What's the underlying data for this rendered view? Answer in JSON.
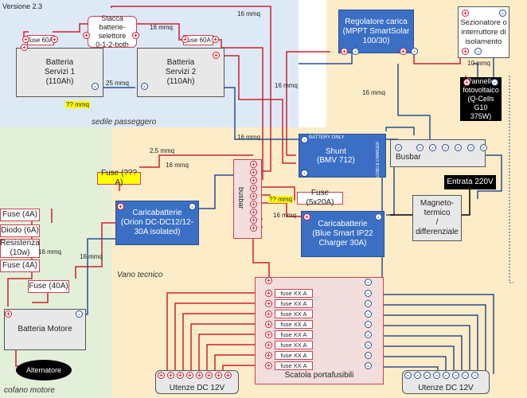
{
  "version": "Versione 2.3",
  "zones": {
    "seat": "sedile passeggero",
    "engine": "cofano motore",
    "tech": "Vano tecnico"
  },
  "components": {
    "battery1": "Batteria\nServizi 1\n(110Ah)",
    "battery2": "Batteria\nServizi 2\n(110Ah)",
    "selector": "Stacca batterie-\nselettore\n0-1-2-both",
    "fuse1": "fuse 60A",
    "fuse2": "fuse 60A",
    "mppt": "Regolatore carica\n(MPPT SmartSolar\n100/30)",
    "isolator": "Sezionatore o\ninterruttore di\nisolamento",
    "panel": "Pannello\nfotovoltaico\n(Q-Cells G10\n375W)",
    "shunt_top": "BATTERY ONLY",
    "shunt": "Shunt\n(BMV 712)",
    "shunt_side": "LOAD & CHARGER",
    "busbar_right": "Busbar",
    "busbar_left": "busbar",
    "dcdc": "Caricabatterie\n(Orion DC-DC12/12-\n30A isolated)",
    "charger": "Caricabatterie\n(Blue Smart IP22\nCharger 30A)",
    "ac_in": "Entrata 220V",
    "rcd": "Magneto-\ntermico\n/\ndifferenziale",
    "fuse_unknown": "Fuse (???A)",
    "fuse_5x20": "Fuse (5x20A)",
    "fuse4a_1": "Fuse (4A)",
    "diode": "Diodo (6A)",
    "resistor": "Resistenza\n(10w)",
    "fuse4a_2": "Fuse (4A)",
    "fuse40": "Fuse (40A)",
    "engine_batt": "Batteria Motore",
    "alternator": "Alternatore",
    "fusebox": "Scatola portafusibili",
    "fuse_xx": "fuse XX A",
    "loads_pos": "Utenze DC 12V",
    "loads_neg": "Utenze DC 12V"
  },
  "wire_labels": {
    "w16_top": "16 mmq",
    "w16_sel_left": "16 mmq",
    "w25": "25 mmq",
    "wq_batt": "?? mmq",
    "w10": "10 mmq",
    "w16_mppt": "16 mmq",
    "w16_vert": "16 mmq",
    "w16_shunt": "16 mmq",
    "w25_dcdc": "2,5 mmq",
    "w16_dcdc": "16 mmq",
    "wq_fuse": "?? mmq",
    "w16_charger": "16 mmq",
    "w16_engine_a": "16 mmq",
    "w16_engine_b": "16 mmq"
  },
  "colors": {
    "positive": "#d02030",
    "negative": "#2a4f8f",
    "ac": "#000000",
    "seat_zone": "#dde9f5",
    "tech_zone": "#fcecc8",
    "engine_zone": "#e2efd9"
  }
}
